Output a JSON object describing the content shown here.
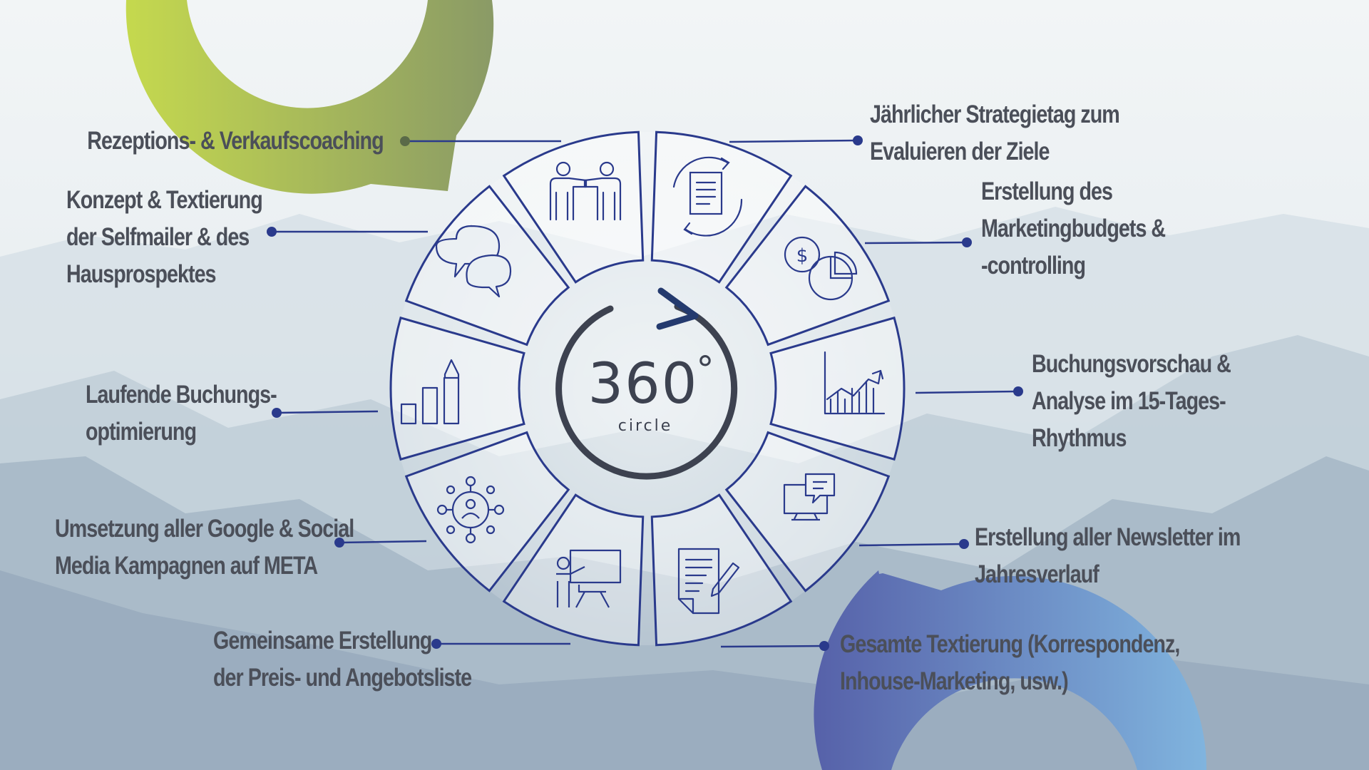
{
  "center": {
    "title": "360",
    "degree_symbol": "°",
    "subtitle": "circle"
  },
  "items": {
    "reception": {
      "lines": [
        "Rezeptions- & Verkaufscoaching"
      ],
      "icon": "handshake-people-icon"
    },
    "concept": {
      "lines": [
        "Konzept & Textierung",
        "der Selfmailer & des",
        "Hausprospektes"
      ],
      "icon": "speech-bubbles-icon"
    },
    "booking_opt": {
      "lines": [
        "Laufende Buchungs-",
        "optimierung"
      ],
      "icon": "growth-bars-icon"
    },
    "google": {
      "lines": [
        "Umsetzung aller Google & Social",
        "Media Kampagnen auf META"
      ],
      "icon": "network-person-icon"
    },
    "pricelist": {
      "lines": [
        "Gemeinsame Erstellung",
        "der Preis- und Angebotsliste"
      ],
      "icon": "presentation-icon"
    },
    "strategy": {
      "lines": [
        "Jährlicher Strategietag zum",
        "Evaluieren der Ziele"
      ],
      "icon": "document-cycle-icon"
    },
    "budget": {
      "lines": [
        "Erstellung des",
        "Marketingbudgets &",
        "-controlling"
      ],
      "icon": "money-pie-icon"
    },
    "preview": {
      "lines": [
        "Buchungsvorschau &",
        "Analyse im 15-Tages-",
        "Rhythmus"
      ],
      "icon": "line-chart-icon"
    },
    "newsletter": {
      "lines": [
        "Erstellung aller Newsletter im",
        "Jahresverlauf"
      ],
      "icon": "monitor-chat-icon"
    },
    "texting": {
      "lines": [
        "Gesamte Textierung (Korrespondenz,",
        "Inhouse-Marketing, usw.)"
      ],
      "icon": "document-pen-icon"
    }
  },
  "colors": {
    "ring": "#2a3a8c",
    "center_ring": "#3d4250",
    "label": "#4b4f59",
    "green_start": "#c5d94e",
    "green_end": "#8c9a62",
    "blue_start": "#5560a8",
    "blue_end": "#7fb2dc",
    "connector": "#2a3a8c"
  }
}
